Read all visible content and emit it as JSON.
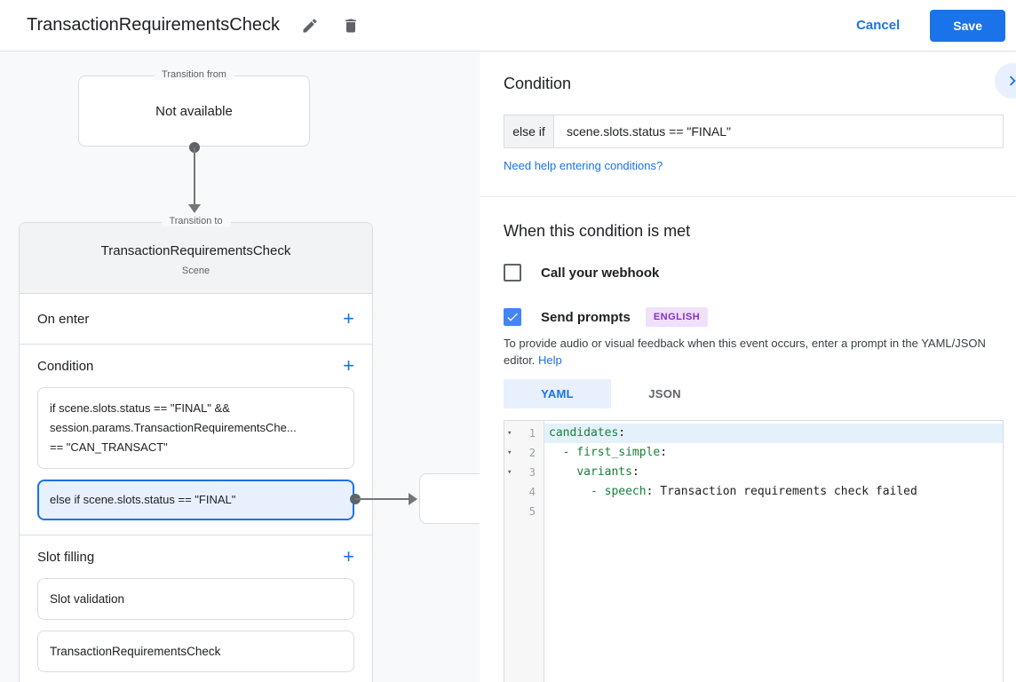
{
  "header": {
    "title": "TransactionRequirementsCheck",
    "cancel_label": "Cancel",
    "save_label": "Save"
  },
  "canvas": {
    "plus_glyph": "+",
    "transition_from": {
      "label": "Transition from",
      "content": "Not available"
    },
    "transition_to": {
      "label": "Transition to",
      "title": "TransactionRequirementsCheck",
      "subtitle": "Scene",
      "on_enter_label": "On enter",
      "condition_label": "Condition",
      "condition_items": [
        {
          "line1": "if scene.slots.status == \"FINAL\" &&",
          "line2": "session.params.TransactionRequirementsChe...",
          "line3": "== \"CAN_TRANSACT\"",
          "selected": false
        },
        {
          "text": "else if scene.slots.status == \"FINAL\"",
          "selected": true
        }
      ],
      "slot_filling_label": "Slot filling",
      "slot_items": [
        "Slot validation",
        "TransactionRequirementsCheck"
      ]
    }
  },
  "panel": {
    "title": "Condition",
    "condition": {
      "prefix": "else if",
      "value": "scene.slots.status == \"FINAL\""
    },
    "help_link": "Need help entering conditions?",
    "when_met": {
      "title": "When this condition is met",
      "webhook_label": "Call your webhook",
      "webhook_checked": false,
      "prompts_label": "Send prompts",
      "prompts_checked": true,
      "language_badge": "ENGLISH",
      "description": "To provide audio or visual feedback when this event occurs, enter a prompt in the YAML/JSON editor. ",
      "help_label": "Help"
    },
    "editor": {
      "tabs": [
        {
          "label": "YAML",
          "active": true
        },
        {
          "label": "JSON",
          "active": false
        }
      ],
      "fold_glyph": "▾",
      "lines": [
        {
          "num": "1",
          "indent": "",
          "key": "candidates",
          "colon": ":",
          "value": ""
        },
        {
          "num": "2",
          "indent": "  ",
          "key": "- first_simple",
          "colon": ":",
          "value": ""
        },
        {
          "num": "3",
          "indent": "    ",
          "key": "variants",
          "colon": ":",
          "value": ""
        },
        {
          "num": "4",
          "indent": "      ",
          "key": "- speech",
          "colon": ":",
          "value": " Transaction requirements check failed"
        },
        {
          "num": "5",
          "indent": "",
          "key": "",
          "colon": "",
          "value": ""
        }
      ]
    }
  },
  "colors": {
    "accent": "#1a73e8",
    "selected_bg": "#e8f0fe",
    "checkbox_checked": "#4285f4",
    "yaml_key_green": "#188038",
    "badge_bg": "#f0e0fb",
    "badge_text": "#8430ce",
    "border": "#dadce0",
    "canvas_bg": "#f8f9fa"
  }
}
